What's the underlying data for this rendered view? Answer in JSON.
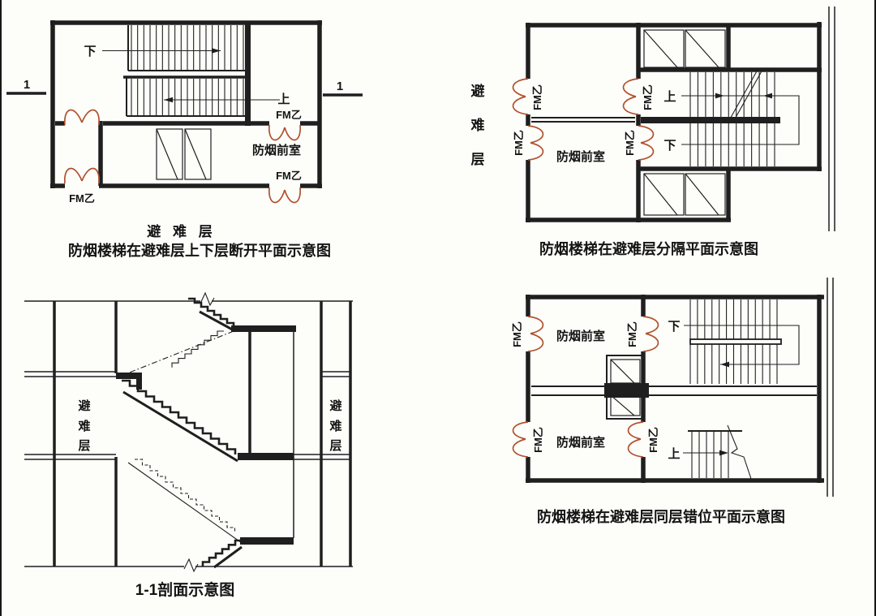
{
  "colors": {
    "line": "#1f1f1f",
    "door": "#b0512c",
    "text": "#141414",
    "paper": "#fdfdfa"
  },
  "d1": {
    "section_mark": "1",
    "down": "下",
    "up": "上",
    "fm_door": "FM乙",
    "anteroom": "防烟前室",
    "caption": "避 难 层",
    "title": "防烟楼梯在避难层上下层断开平面示意图"
  },
  "d2": {
    "side_chars": [
      "避",
      "难",
      "层"
    ],
    "up": "上",
    "down": "下",
    "fm_door": "FM乙",
    "anteroom": "防烟前室",
    "title": "防烟楼梯在避难层分隔平面示意图"
  },
  "d3": {
    "left_chars": [
      "避",
      "难",
      "层"
    ],
    "right_chars": [
      "避",
      "难",
      "层"
    ],
    "title": "1-1剖面示意图"
  },
  "d4": {
    "down": "下",
    "up": "上",
    "fm_door": "FM乙",
    "anteroom_upper": "防烟前室",
    "anteroom_lower": "防烟前室",
    "title": "防烟楼梯在避难层同层错位平面示意图"
  }
}
